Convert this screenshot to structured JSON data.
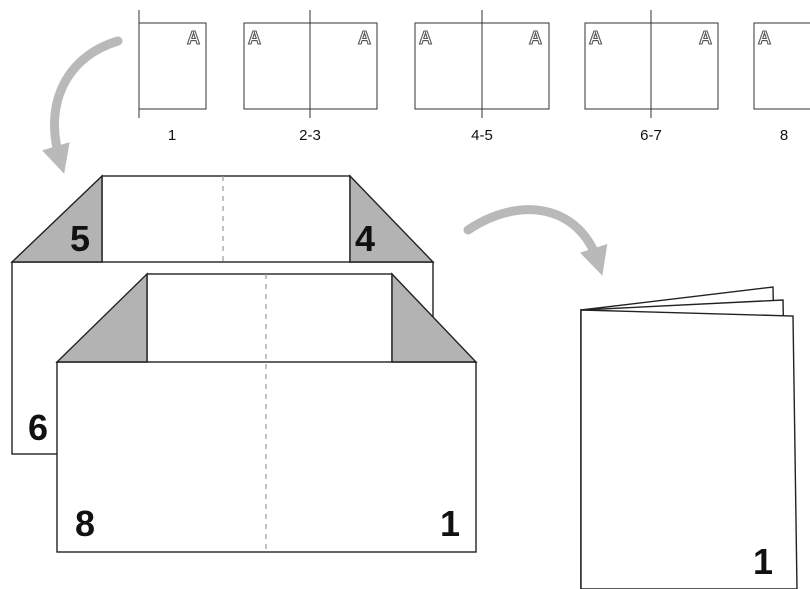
{
  "colors": {
    "arrow": "#b9b9b9",
    "flap": "#b3b3b3",
    "outline": "#222222",
    "background": "#ffffff"
  },
  "page_letter": "A",
  "spread_labels": [
    "1",
    "2-3",
    "4-5",
    "6-7",
    "8"
  ],
  "outer_sheet": {
    "left_flap_number": "5",
    "right_flap_number": "4",
    "left_page_number": "6"
  },
  "inner_sheet": {
    "left_page_number": "8",
    "right_page_number": "1"
  },
  "booklet": {
    "page_number": "1"
  }
}
